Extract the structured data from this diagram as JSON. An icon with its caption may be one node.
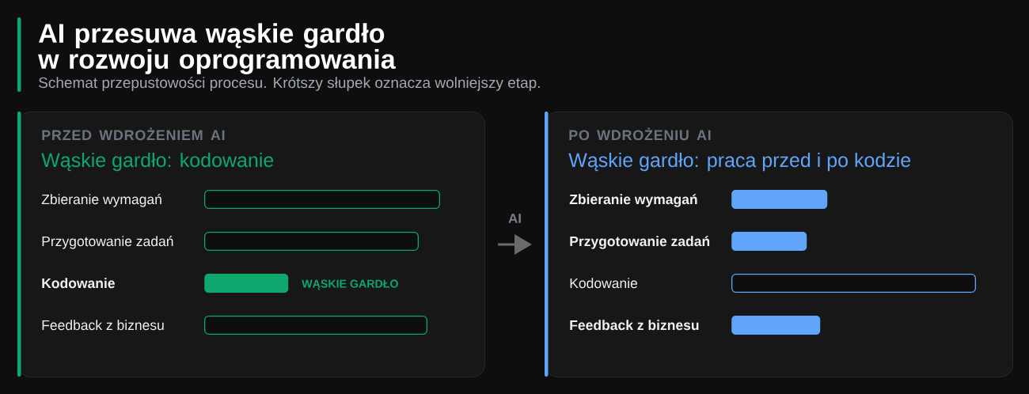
{
  "diagram": {
    "title": "AI przesuwa wąskie gardło w rozwoju oprogramowania",
    "nodes": [
      {
        "text": [
          "PRZED WDROŻENIEM AI",
          "Wąskie gardło: kodowanie"
        ]
      },
      {
        "text": [],
        "shape": "bar",
        "in": 0
      },
      {
        "text": [],
        "shape": "bar",
        "in": 0
      },
      {
        "text": [],
        "shape": "bar",
        "in": 0,
        "beside": [
          "WĄSKIE GARDŁO"
        ]
      },
      {
        "text": [],
        "shape": "bar",
        "in": 0
      },
      {
        "text": [
          "PO WDROŻENIU AI",
          "Wąskie gardło: praca przed i po kodzie"
        ]
      },
      {
        "text": [],
        "shape": "bar",
        "in": 5
      },
      {
        "text": [],
        "shape": "bar",
        "in": 5
      },
      {
        "text": [],
        "shape": "bar",
        "in": 5
      },
      {
        "text": [],
        "shape": "bar",
        "in": 5
      }
    ],
    "edges": [
      {
        "from": 0,
        "to": 5,
        "arrow": "to",
        "label": "AI"
      }
    ],
    "labels": [
      "Schemat przepustowości procesu. Krótszy słupek oznacza wolniejszy etap.",
      "Zbieranie wymagań",
      "Przygotowanie zadań",
      "Kodowanie",
      "Feedback z biznesu",
      "Zbieranie wymagań",
      "Przygotowanie zadań",
      "Kodowanie",
      "Feedback z biznesu"
    ]
  }
}
